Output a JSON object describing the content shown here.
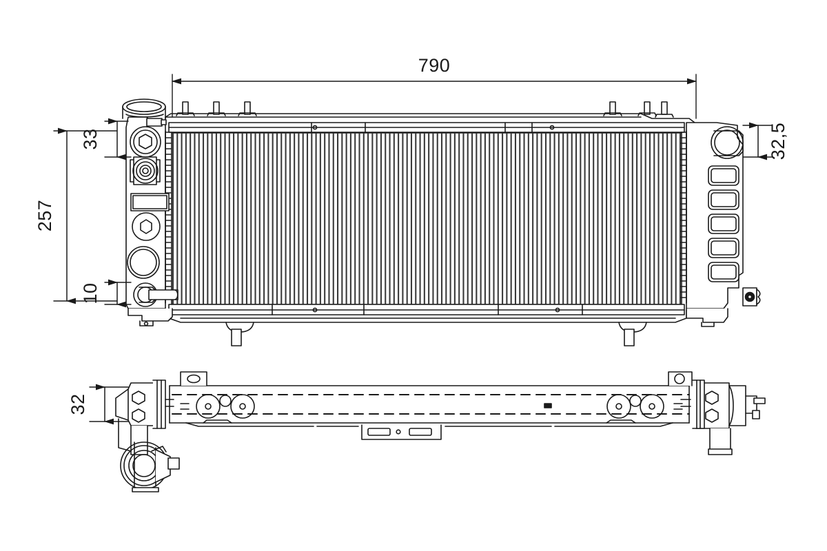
{
  "drawing": {
    "type": "engineering-technical-drawing",
    "subject": "automotive radiator / heat exchanger",
    "background_color": "#ffffff",
    "line_color": "#1a1a1a",
    "fill_color": "#ffffff",
    "views": [
      {
        "name": "front-elevation",
        "position": "top"
      },
      {
        "name": "top-plan-view",
        "position": "bottom"
      }
    ]
  },
  "dimensions": {
    "overall_width": {
      "value": "790",
      "orientation": "horizontal",
      "view": "front-elevation",
      "location": "top"
    },
    "overall_height": {
      "value": "257",
      "orientation": "vertical-rotated",
      "view": "front-elevation",
      "location": "left-outer"
    },
    "upper_tank_offset": {
      "value": "33",
      "orientation": "vertical-rotated",
      "view": "front-elevation",
      "location": "left-inner-top"
    },
    "lower_tank_offset": {
      "value": "10",
      "orientation": "vertical-rotated",
      "view": "front-elevation",
      "location": "left-inner-bottom"
    },
    "right_inlet_offset": {
      "value": "32,5",
      "orientation": "vertical-rotated",
      "view": "front-elevation",
      "location": "right-outer-top"
    },
    "core_depth": {
      "value": "32",
      "orientation": "vertical-rotated",
      "view": "top-plan-view",
      "location": "left-outer"
    }
  },
  "components": {
    "core": {
      "name": "radiator core",
      "fin_count": 118,
      "orientation": "vertical fins"
    },
    "left_tank": {
      "name": "left end tank",
      "features": [
        "filler neck",
        "hex plug upper",
        "threaded boss",
        "rectangular plate",
        "hex plug lower",
        "large circular port",
        "hose outlet"
      ]
    },
    "right_tank": {
      "name": "right end tank",
      "features": [
        "circular inlet",
        "rib recess 1",
        "rib recess 2",
        "rib recess 3",
        "rib recess 4",
        "rib recess 5",
        "lower mounting bracket"
      ]
    },
    "top_rail": {
      "name": "upper mounting rail",
      "pin_count": 6
    },
    "bottom_rail": {
      "name": "lower mounting rail",
      "peg_count": 2
    },
    "plan_view": {
      "name": "top plan view",
      "features": [
        "centerline dashed pair",
        "mounting tab left",
        "mounting tab right",
        "center bracket with slots",
        "filler neck assembly",
        "outlet neck"
      ]
    }
  }
}
